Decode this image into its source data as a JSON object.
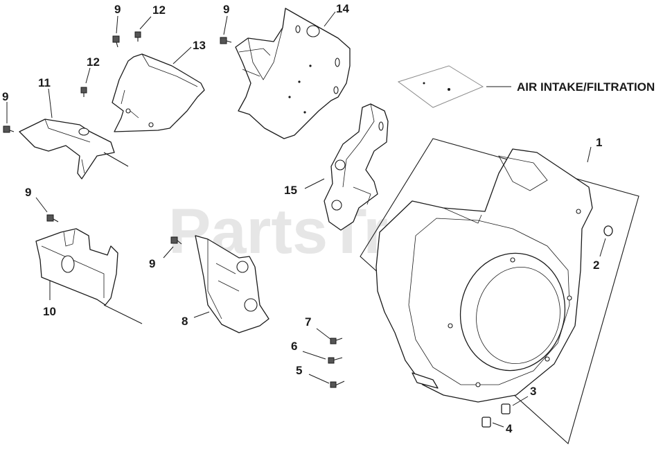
{
  "watermark": {
    "text": "PartsTree",
    "trademark": "™"
  },
  "callouts": {
    "p1": "1",
    "p2": "2",
    "p3": "3",
    "p4": "4",
    "p5": "5",
    "p6": "6",
    "p7": "7",
    "p8": "8",
    "p9a": "9",
    "p9b": "9",
    "p9c": "9",
    "p9d": "9",
    "p9e": "9",
    "p10": "10",
    "p11": "11",
    "p12a": "12",
    "p12b": "12",
    "p13": "13",
    "p14": "14",
    "p15": "15"
  },
  "reference": {
    "air_intake": "AIR INTAKE/FILTRATION"
  },
  "colors": {
    "ink": "#1a1a1a",
    "watermark": "#e6e6e6",
    "background": "#ffffff"
  }
}
